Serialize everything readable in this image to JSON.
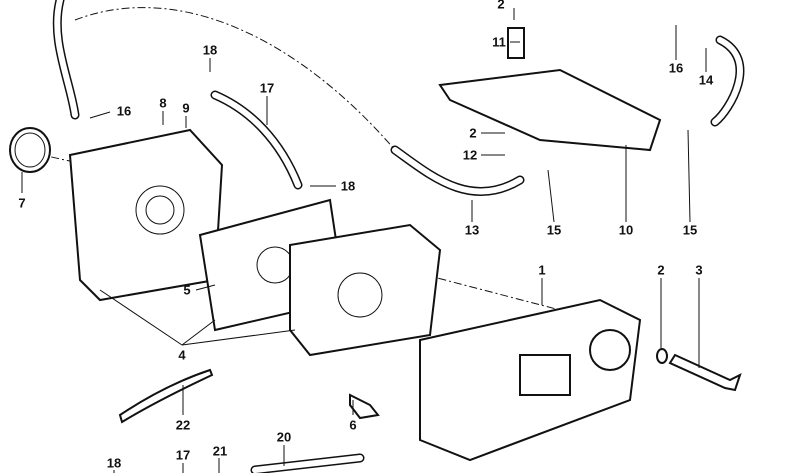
{
  "diagram": {
    "callouts": [
      {
        "id": "c-2a",
        "text": "2"
      },
      {
        "id": "c-11",
        "text": "11"
      },
      {
        "id": "c-18a",
        "text": "18"
      },
      {
        "id": "c-17a",
        "text": "17"
      },
      {
        "id": "c-16a",
        "text": "16"
      },
      {
        "id": "c-8",
        "text": "8"
      },
      {
        "id": "c-9",
        "text": "9"
      },
      {
        "id": "c-16b",
        "text": "16"
      },
      {
        "id": "c-14",
        "text": "14"
      },
      {
        "id": "c-2b",
        "text": "2"
      },
      {
        "id": "c-12",
        "text": "12"
      },
      {
        "id": "c-18b",
        "text": "18"
      },
      {
        "id": "c-7",
        "text": "7"
      },
      {
        "id": "c-13",
        "text": "13"
      },
      {
        "id": "c-15a",
        "text": "15"
      },
      {
        "id": "c-10",
        "text": "10"
      },
      {
        "id": "c-15b",
        "text": "15"
      },
      {
        "id": "c-5",
        "text": "5"
      },
      {
        "id": "c-1",
        "text": "1"
      },
      {
        "id": "c-2c",
        "text": "2"
      },
      {
        "id": "c-3",
        "text": "3"
      },
      {
        "id": "c-4",
        "text": "4"
      },
      {
        "id": "c-22",
        "text": "22"
      },
      {
        "id": "c-6",
        "text": "6"
      },
      {
        "id": "c-18c",
        "text": "18"
      },
      {
        "id": "c-17b",
        "text": "17"
      },
      {
        "id": "c-21",
        "text": "21"
      },
      {
        "id": "c-20",
        "text": "20"
      }
    ]
  }
}
